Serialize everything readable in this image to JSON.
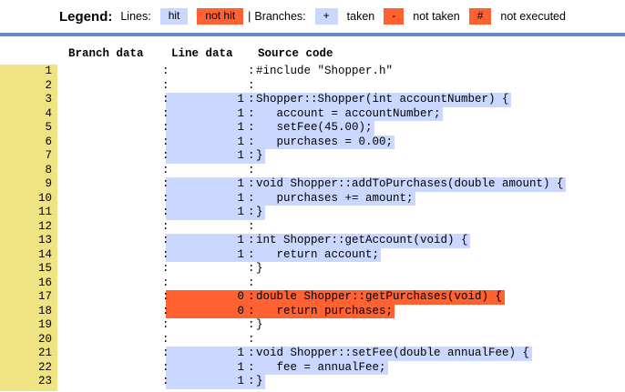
{
  "legend": {
    "title": "Legend:",
    "lines_label": "Lines:",
    "hit_label": "hit",
    "not_hit_label": "not hit",
    "separator": "|",
    "branches_label": "Branches:",
    "taken_symbol": "+",
    "taken_label": "taken",
    "not_taken_symbol": "-",
    "not_taken_label": "not taken",
    "not_executed_symbol": "#",
    "not_executed_label": "not executed",
    "colors": {
      "hit": "#cad7fe",
      "not_hit": "#ff6230",
      "gutter": "#efe383",
      "rule": "#6d88c8"
    }
  },
  "headers": {
    "branch_data": "Branch data",
    "line_data": "Line data",
    "source_code": "Source code"
  },
  "rows": [
    {
      "no": "1",
      "branch": "",
      "count": "",
      "src": "#include \"Shopper.h\"",
      "state": "none"
    },
    {
      "no": "2",
      "branch": "",
      "count": "",
      "src": "",
      "state": "none"
    },
    {
      "no": "3",
      "branch": "",
      "count": "1",
      "src": "Shopper::Shopper(int accountNumber) {",
      "state": "hit"
    },
    {
      "no": "4",
      "branch": "",
      "count": "1",
      "src": "   account = accountNumber;",
      "state": "hit"
    },
    {
      "no": "5",
      "branch": "",
      "count": "1",
      "src": "   setFee(45.00);",
      "state": "hit"
    },
    {
      "no": "6",
      "branch": "",
      "count": "1",
      "src": "   purchases = 0.00;",
      "state": "hit"
    },
    {
      "no": "7",
      "branch": "",
      "count": "1",
      "src": "}",
      "state": "hit"
    },
    {
      "no": "8",
      "branch": "",
      "count": "",
      "src": "",
      "state": "none"
    },
    {
      "no": "9",
      "branch": "",
      "count": "1",
      "src": "void Shopper::addToPurchases(double amount) {",
      "state": "hit"
    },
    {
      "no": "10",
      "branch": "",
      "count": "1",
      "src": "   purchases += amount;",
      "state": "hit"
    },
    {
      "no": "11",
      "branch": "",
      "count": "1",
      "src": "}",
      "state": "hit"
    },
    {
      "no": "12",
      "branch": "",
      "count": "",
      "src": "",
      "state": "none"
    },
    {
      "no": "13",
      "branch": "",
      "count": "1",
      "src": "int Shopper::getAccount(void) {",
      "state": "hit"
    },
    {
      "no": "14",
      "branch": "",
      "count": "1",
      "src": "   return account;",
      "state": "hit"
    },
    {
      "no": "15",
      "branch": "",
      "count": "",
      "src": "}",
      "state": "none"
    },
    {
      "no": "16",
      "branch": "",
      "count": "",
      "src": "",
      "state": "none"
    },
    {
      "no": "17",
      "branch": "",
      "count": "0",
      "src": "double Shopper::getPurchases(void) {",
      "state": "nothit"
    },
    {
      "no": "18",
      "branch": "",
      "count": "0",
      "src": "   return purchases;",
      "state": "nothit"
    },
    {
      "no": "19",
      "branch": "",
      "count": "",
      "src": "}",
      "state": "none"
    },
    {
      "no": "20",
      "branch": "",
      "count": "",
      "src": "",
      "state": "none"
    },
    {
      "no": "21",
      "branch": "",
      "count": "1",
      "src": "void Shopper::setFee(double annualFee) {",
      "state": "hit"
    },
    {
      "no": "22",
      "branch": "",
      "count": "1",
      "src": "   fee = annualFee;",
      "state": "hit"
    },
    {
      "no": "23",
      "branch": "",
      "count": "1",
      "src": "}",
      "state": "hit"
    }
  ],
  "colon": ":"
}
